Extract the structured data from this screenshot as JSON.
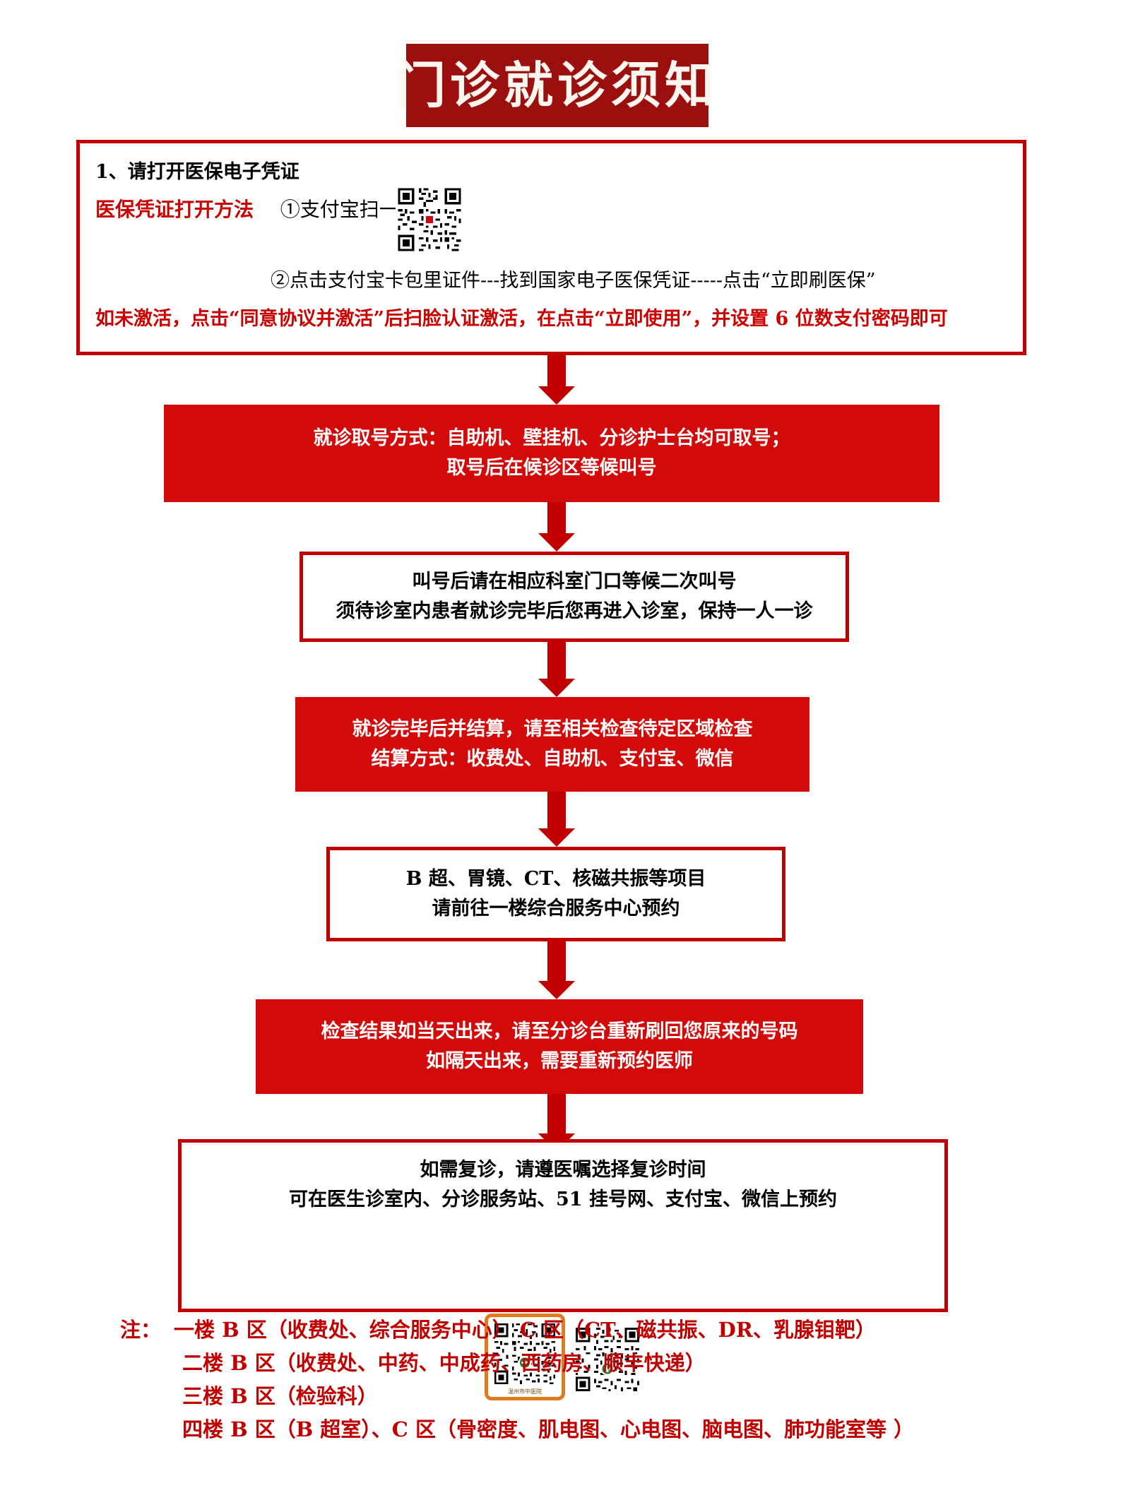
{
  "document": {
    "title": "门诊就诊须知",
    "colors": {
      "title_banner_bg": "#9c0f0f",
      "title_text": "#fdf6ee",
      "box_border_red": "#c00000",
      "filled_box_red": "#d20a0a",
      "note_red": "#c00000",
      "highlight_red": "#cc0000",
      "qr_frame_orange": "#e07a1f"
    }
  },
  "intro_box": {
    "heading": "1、请打开医保电子凭证",
    "method_label": "医保凭证打开方法",
    "method_step1": "①支付宝扫一扫",
    "qr_alipay_name": "alipay-scan-qr-code",
    "method_step2": "②点击支付宝卡包里证件---找到国家电子医保凭证-----点击“立即刷医保”",
    "activation_note": "如未激活，点击“同意协议并激活”后扫脸认证激活，在点击“立即使用”，并设置 6 位数支付密码即可"
  },
  "flow": [
    {
      "id": "step-take-number",
      "style": "red",
      "lines": [
        "就诊取号方式：自助机、壁挂机、分诊护士台均可取号；",
        "取号后在候诊区等候叫号"
      ]
    },
    {
      "id": "step-wait-second-call",
      "style": "white",
      "lines": [
        "叫号后请在相应科室门口等候二次叫号",
        "须待诊室内患者就诊完毕后您再进入诊室，保持一人一诊"
      ]
    },
    {
      "id": "step-settlement",
      "style": "red",
      "lines": [
        "就诊完毕后并结算，请至相关检查待定区域检查",
        "结算方式：收费处、自助机、支付宝、微信"
      ]
    },
    {
      "id": "step-exam-booking",
      "style": "white",
      "lines": [
        "B 超、胃镜、CT、核磁共振等项目",
        "请前往一楼综合服务中心预约"
      ]
    },
    {
      "id": "step-results",
      "style": "red",
      "lines": [
        "检查结果如当天出来，请至分诊台重新刷回您原来的号码",
        "如隔天出来，需要重新预约医师"
      ]
    },
    {
      "id": "step-followup",
      "style": "white",
      "lines": [
        "如需复诊，请遵医嘱选择复诊时间",
        "可在医生诊室内、分诊服务站、51 挂号网、支付宝、微信上预约"
      ],
      "qr_codes": [
        {
          "name": "hospital-wechat-qr-code",
          "framed": true,
          "caption": "温州市中医院"
        },
        {
          "name": "hospital-registration-qr-code",
          "framed": false,
          "caption": ""
        }
      ]
    }
  ],
  "notes": {
    "label": "注：",
    "lines": [
      "一楼 B 区（收费处、综合服务中心）   C 区（CT、磁共振、DR、乳腺钼靶）",
      "二楼 B 区（收费处、中药、中成药、西药房、顺丰快递）",
      "三楼 B 区（检验科）",
      "四楼 B 区（B 超室）、C 区（骨密度、肌电图、心电图、脑电图、肺功能室等 ）"
    ]
  }
}
